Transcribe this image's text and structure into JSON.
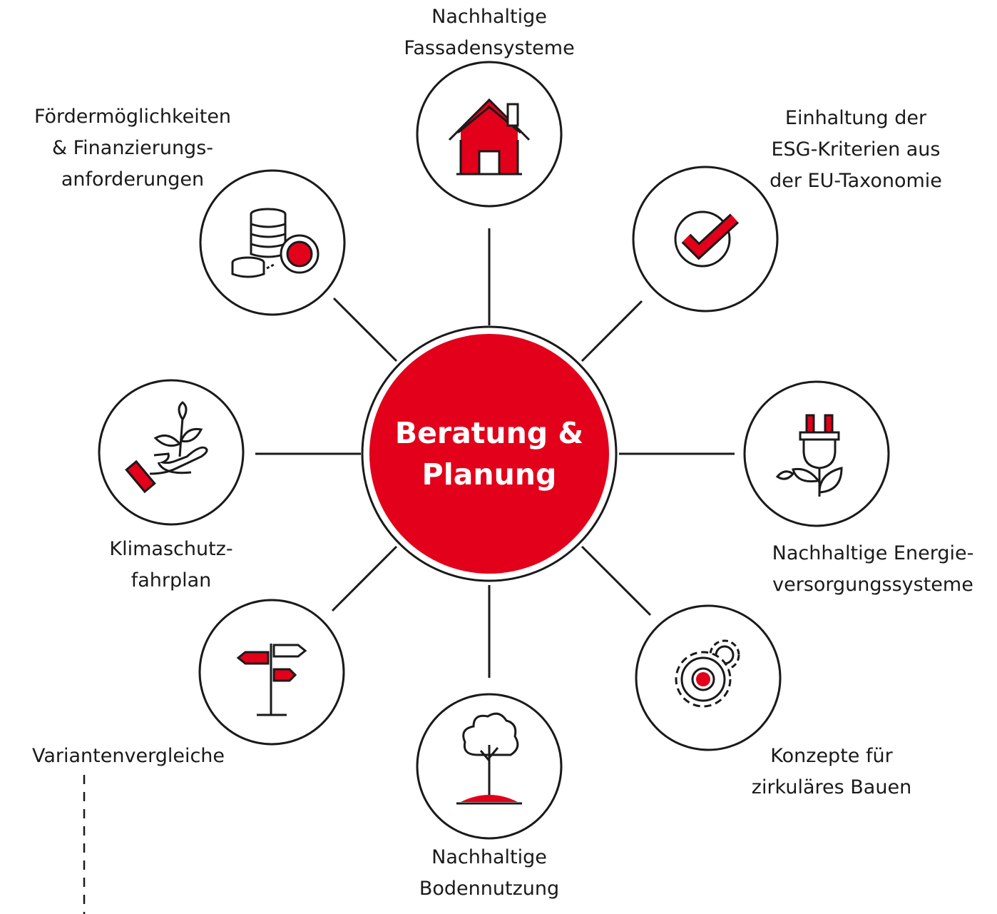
{
  "colors": {
    "accent": "#e2001a",
    "ink": "#1a1a1a",
    "background": "#ffffff"
  },
  "hub": {
    "line1": "Beratung &",
    "line2": "Planung"
  },
  "nodes": [
    {
      "id": "facade",
      "icon": "house-icon",
      "line1": "Nachhaltige",
      "line2": "Fassadensysteme",
      "line3": ""
    },
    {
      "id": "esg",
      "icon": "checkmark-icon",
      "line1": "Einhaltung der",
      "line2": "ESG-Kriterien aus",
      "line3": "der EU-Taxonomie"
    },
    {
      "id": "energy",
      "icon": "plug-plant-icon",
      "line1": "Nachhaltige Energie-",
      "line2": "versorgungssysteme",
      "line3": ""
    },
    {
      "id": "circular",
      "icon": "gears-icon",
      "line1": "Konzepte für",
      "line2": "zirkuläres Bauen",
      "line3": ""
    },
    {
      "id": "land",
      "icon": "tree-icon",
      "line1": "Nachhaltige",
      "line2": "Bodennutzung",
      "line3": ""
    },
    {
      "id": "variants",
      "icon": "signpost-icon",
      "line1": "Variantenvergleiche",
      "line2": "",
      "line3": ""
    },
    {
      "id": "climate",
      "icon": "hand-seedling-icon",
      "line1": "Klimaschutz-",
      "line2": "fahrplan",
      "line3": ""
    },
    {
      "id": "funding",
      "icon": "coins-icon",
      "line1": "Fördermöglichkeiten",
      "line2": "& Finanzierungs-",
      "line3": "anforderungen"
    }
  ]
}
